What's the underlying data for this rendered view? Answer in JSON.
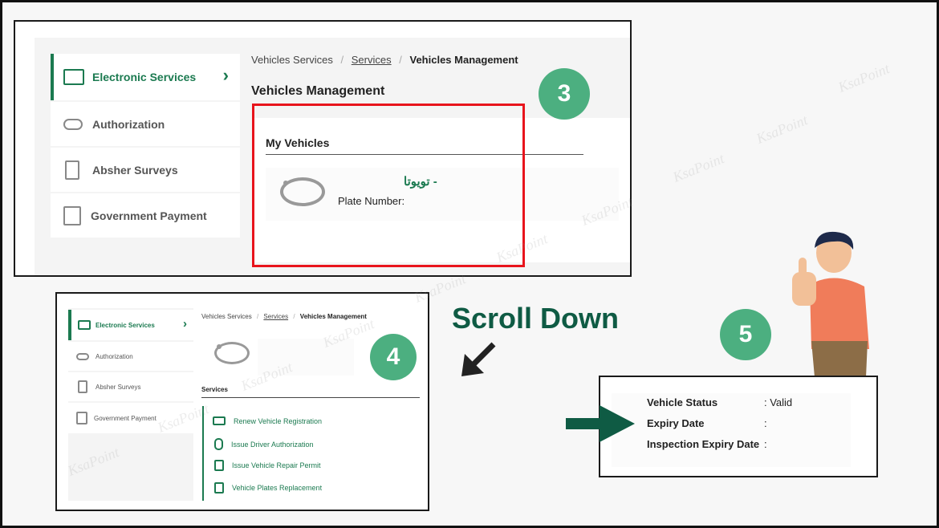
{
  "sidebar": {
    "items": [
      {
        "label": "Electronic Services",
        "icon": "services-icon"
      },
      {
        "label": "Authorization",
        "icon": "handshake-icon"
      },
      {
        "label": "Absher Surveys",
        "icon": "clipboard-icon"
      },
      {
        "label": "Government Payment",
        "icon": "payment-icon"
      }
    ]
  },
  "breadcrumb": {
    "root": "Vehicles Services",
    "sep": "/",
    "services": "Services",
    "current": "Vehicles Management"
  },
  "page_title": "Vehicles Management",
  "my_vehicles": {
    "heading": "My Vehicles",
    "brand_ar": "تويوتا -",
    "plate_label": "Plate Number:"
  },
  "steps": {
    "three": "3",
    "four": "4",
    "five": "5"
  },
  "scroll_text": "Scroll Down",
  "services": {
    "heading": "Services",
    "items": [
      {
        "label": "Renew Vehicle Registration",
        "icon": "car-icon"
      },
      {
        "label": "Issue Driver Authorization",
        "icon": "driver-icon"
      },
      {
        "label": "Issue Vehicle Repair Permit",
        "icon": "document-icon"
      },
      {
        "label": "Vehicle Plates Replacement",
        "icon": "plate-icon"
      }
    ]
  },
  "details": {
    "status_label": "Vehicle Status",
    "status_value": ": Valid",
    "expiry_label": "Expiry Date",
    "expiry_value": ":",
    "inspection_label": "Inspection Expiry Date",
    "inspection_value": ":"
  },
  "watermark": "KsaPoint",
  "colors": {
    "accent": "#1b7a50",
    "step": "#4caf80",
    "highlight": "#e8141c",
    "scroll": "#0f5b44"
  }
}
